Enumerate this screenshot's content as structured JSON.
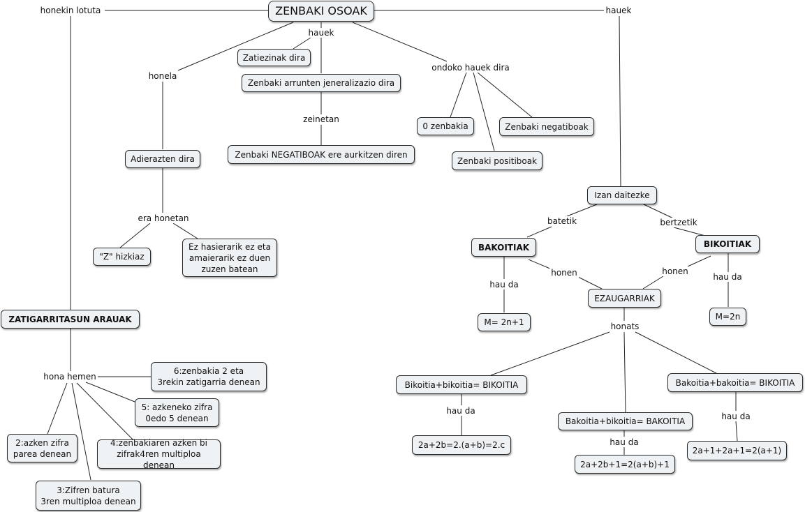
{
  "root": "ZENBAKI OSOAK",
  "nodes": {
    "zatiezinak": "Zatiezinak dira",
    "generalizazio": "Zenbaki arrunten jeneralizazio dira",
    "negatiboak_aurkitzen": "Zenbaki NEGATIBOAK ere aurkitzen diren",
    "adierazten": "Adierazten dira",
    "z_hizkiaz": "\"Z\" hizkiaz",
    "ez_hasierarik": "Ez hasierarik ez eta\namaierarik ez duen\nzuzen batean",
    "zero_zenbakia": "0 zenbakia",
    "zenbaki_negatiboak": "Zenbaki negatiboak",
    "zenbaki_positiboak": "Zenbaki positiboak",
    "izan_daitezke": "Izan daitezke",
    "bakoitiak": "BAKOITIAK",
    "bikoitiak": "BIKOITIAK",
    "m_2n1": "M= 2n+1",
    "m_2n": "M=2n",
    "ezaugarriak": "EZAUGARRIAK",
    "bik_bik": "Bikoitia+bikoitia= BIKOITIA",
    "bak_bik": "Bakoitia+bikoitia= BAKOITIA",
    "bak_bak": "Bakoitia+bakoitia= BIKOITIA",
    "f_2a2b": "2a+2b=2.(a+b)=2.c",
    "f_2a2b1": "2a+2b+1=2(a+b)+1",
    "f_2a1": "2a+1+2a+1=2(a+1)",
    "zatigarritasun": "ZATIGARRITASUN ARAUAK",
    "r6": "6:zenbakia 2 eta\n3rekin zatigarria denean",
    "r5": "5: azkeneko zifra\n0edo 5 denean",
    "r4": "4:zenbakiaren azken bi\nzifrak4ren multiploa denean",
    "r2": "2:azken zifra\nparea denean",
    "r3": "3:Zifren batura\n3ren multiploa denean"
  },
  "labels": {
    "honekin_lotuta": "honekin lotuta",
    "hauek_top": "hauek",
    "hauek_right": "hauek",
    "honela": "honela",
    "zeinetan": "zeinetan",
    "ondoko": "ondoko hauek dira",
    "era_honetan": "era honetan",
    "batetik": "batetik",
    "bertzetik": "bertzetik",
    "honen_left": "honen",
    "honen_right": "honen",
    "hau_da_bak": "hau da",
    "hau_da_bik": "hau da",
    "honats": "honats",
    "hau_da_1": "hau da",
    "hau_da_2": "hau da",
    "hau_da_3": "hau da",
    "hona_hemen": "hona hemen"
  },
  "colors": {
    "node_fill": "#eef2f4",
    "node_border": "#2a2a2a",
    "line": "#222222"
  }
}
